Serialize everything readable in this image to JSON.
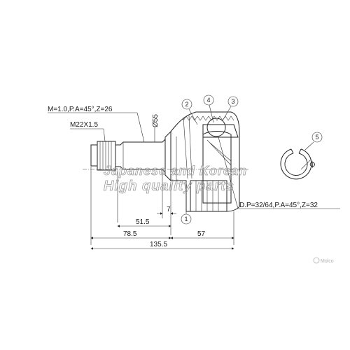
{
  "specs": {
    "spline_outer": "M=1.0,P.A=45°,Z=26",
    "thread": "M22X1.5",
    "spline_inner": "D.P=32/64,P.A=45°,Z=32",
    "diameter_shaft": "Ø55",
    "diameter_clip": "Ø"
  },
  "dimensions": {
    "d7": "7",
    "d51_5": "51.5",
    "d78_5": "78.5",
    "d57": "57",
    "d135_5": "135.5"
  },
  "callouts": [
    "1",
    "2",
    "3",
    "4",
    "5"
  ],
  "watermark": {
    "line1": "Japanese and Korean",
    "line2": "High quality parts"
  },
  "logo": "Molco"
}
